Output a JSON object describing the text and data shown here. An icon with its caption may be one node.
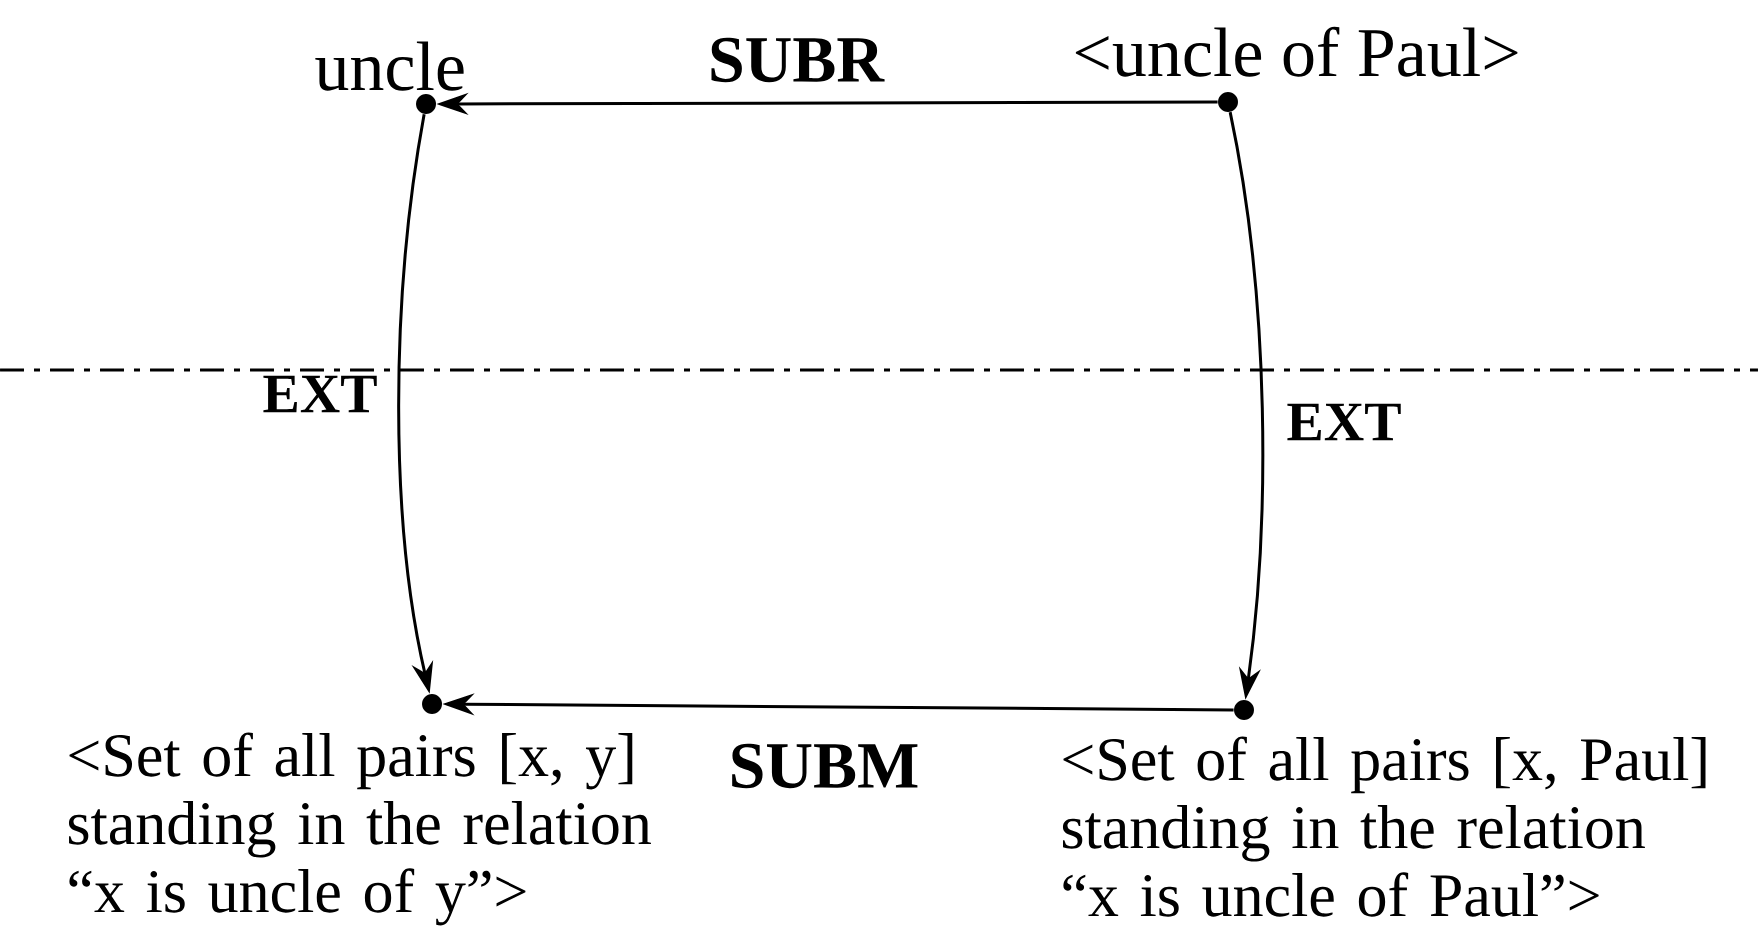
{
  "diagram": {
    "nodes": [
      {
        "text": [
          "uncle"
        ]
      },
      {
        "text": [
          "<uncle of Paul>"
        ]
      },
      {
        "text": [
          "<Set of all pairs [x, y] standing in the relation “x is uncle of y”>"
        ]
      },
      {
        "text": [
          "<Set of all pairs [x, Paul] standing in the relation “x is uncle of Paul”>"
        ]
      }
    ],
    "edges": [
      {
        "from": 1,
        "to": 0,
        "arrow": "to",
        "label": "SUBR"
      },
      {
        "from": 0,
        "to": 2,
        "arrow": "to",
        "label": "EXT"
      },
      {
        "from": 1,
        "to": 3,
        "arrow": "to",
        "label": "EXT"
      },
      {
        "from": 3,
        "to": 2,
        "arrow": "to",
        "label": "SUBM"
      }
    ]
  }
}
